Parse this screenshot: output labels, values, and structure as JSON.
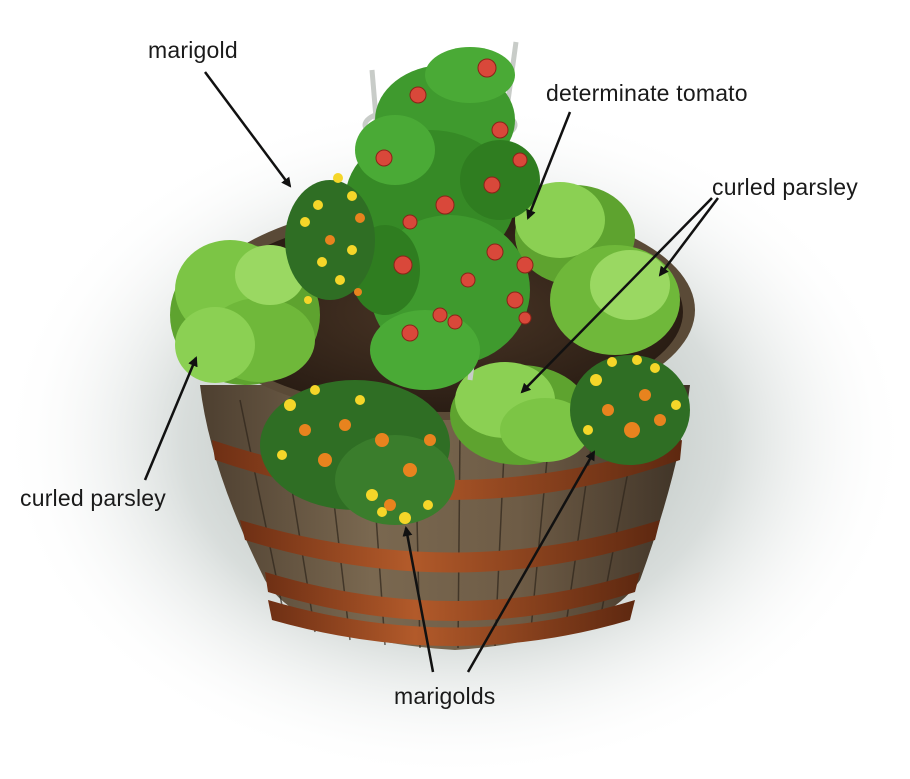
{
  "labels": {
    "marigold": "marigold",
    "determinate_tomato": "determinate tomato",
    "curled_parsley_right": "curled parsley",
    "curled_parsley_left": "curled parsley",
    "marigolds": "marigolds"
  },
  "colors": {
    "barrel_wood": "#6b5a45",
    "barrel_band": "#9a4a22",
    "soil": "#3a2a1e",
    "parsley": "#6fb83a",
    "tomato_fruit": "#d9483a",
    "tomato_leaf": "#3f9a2e",
    "marigold_orange": "#e8831e",
    "marigold_yellow": "#f5d629",
    "arrow": "#111111"
  }
}
